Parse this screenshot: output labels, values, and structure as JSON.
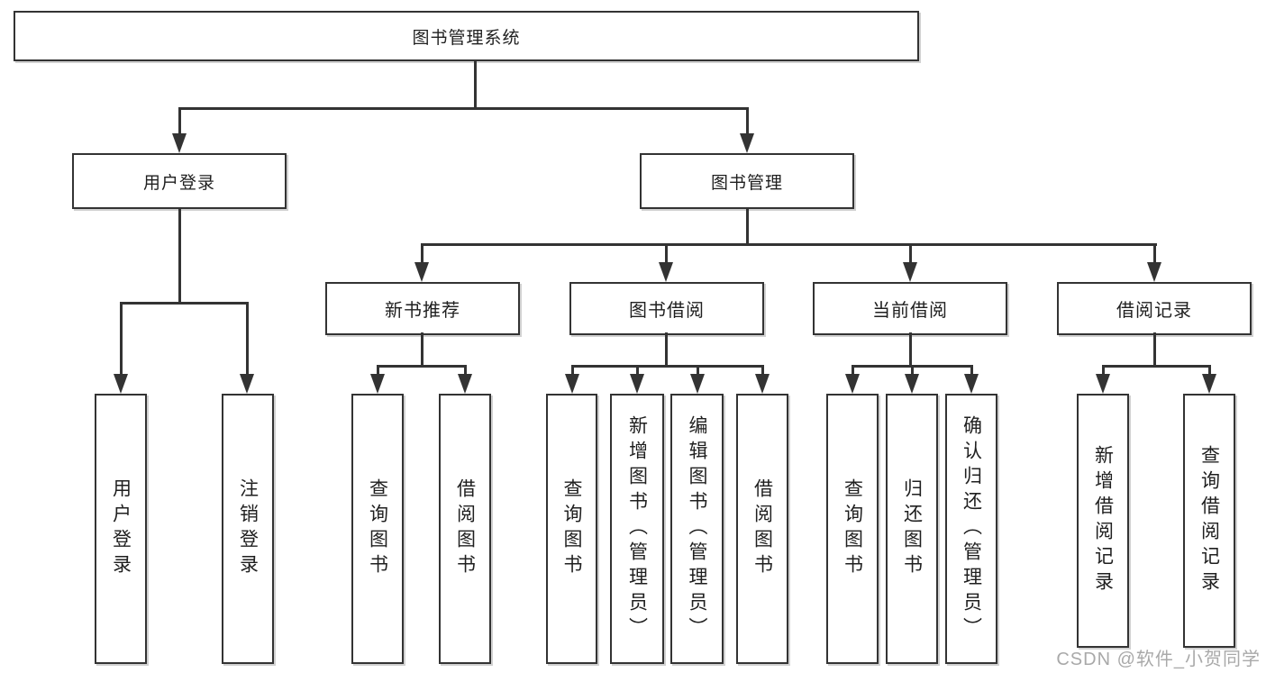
{
  "colors": {
    "line": "#333333",
    "text": "#1f1f1f",
    "background": "#ffffff",
    "watermark": "#a9a9a9"
  },
  "watermark": {
    "text": "CSDN @软件_小贺同学"
  },
  "tree": {
    "root": {
      "label": "图书管理系统"
    },
    "user_login": {
      "label": "用户登录",
      "children": [
        {
          "label": "用户登录"
        },
        {
          "label": "注销登录"
        }
      ]
    },
    "book_mgmt": {
      "label": "图书管理",
      "modules": [
        {
          "label": "新书推荐",
          "children": [
            {
              "label": "查询图书"
            },
            {
              "label": "借阅图书"
            }
          ]
        },
        {
          "label": "图书借阅",
          "children": [
            {
              "label": "查询图书"
            },
            {
              "label": "新增图书（管理员）"
            },
            {
              "label": "编辑图书（管理员）"
            },
            {
              "label": "借阅图书"
            }
          ]
        },
        {
          "label": "当前借阅",
          "children": [
            {
              "label": "查询图书"
            },
            {
              "label": "归还图书"
            },
            {
              "label": "确认归还（管理员）"
            }
          ]
        },
        {
          "label": "借阅记录",
          "children": [
            {
              "label": "新增借阅记录"
            },
            {
              "label": "查询借阅记录"
            }
          ]
        }
      ]
    }
  }
}
